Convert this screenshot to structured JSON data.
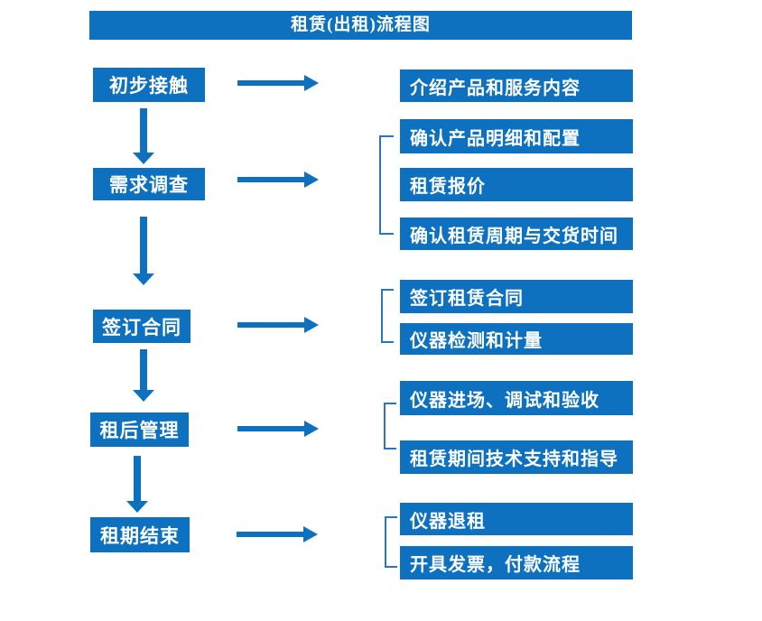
{
  "title": "租赁(出租)流程图",
  "colors": {
    "primary_blue": "#0e71bf",
    "bracket_blue": "#2a77bd",
    "text_white": "#ffffff",
    "background": "#ffffff"
  },
  "steps": [
    {
      "label": "初步接触",
      "details": [
        "介绍产品和服务内容"
      ]
    },
    {
      "label": "需求调查",
      "details": [
        "确认产品明细和配置",
        "租赁报价",
        "确认租赁周期与交货时间"
      ]
    },
    {
      "label": "签订合同",
      "details": [
        "签订租赁合同",
        "仪器检测和计量"
      ]
    },
    {
      "label": "租后管理",
      "details": [
        "仪器进场、调试和验收",
        "租赁期间技术支持和指导"
      ]
    },
    {
      "label": "租期结束",
      "details": [
        "仪器退租",
        "开具发票，付款流程"
      ]
    }
  ]
}
